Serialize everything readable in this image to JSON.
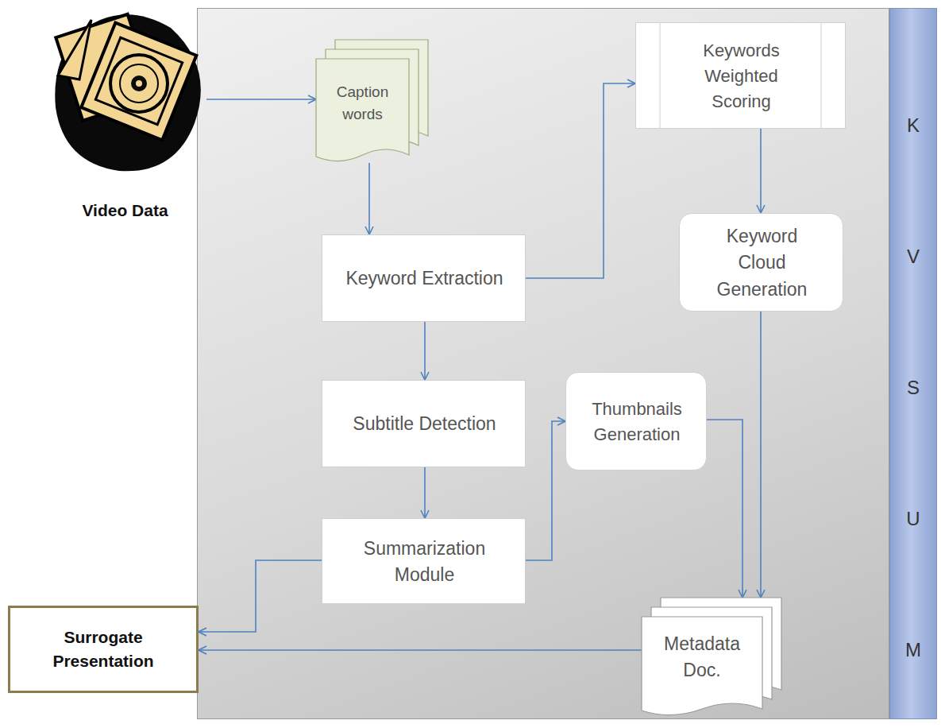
{
  "diagram": {
    "nodes": [
      {
        "text": [
          "Video Data"
        ]
      },
      {
        "text": [
          "Caption words"
        ]
      },
      {
        "text": [
          "Keywords Weighted Scoring"
        ]
      },
      {
        "text": [
          "Keyword Extraction"
        ]
      },
      {
        "text": [
          "Keyword Cloud Generation"
        ]
      },
      {
        "text": [
          "Subtitle Detection"
        ]
      },
      {
        "text": [
          "Thumbnails Generation"
        ]
      },
      {
        "text": [
          "Summarization Module"
        ]
      },
      {
        "text": [
          "Surrogate Presentation"
        ]
      },
      {
        "text": [
          "Metadata Doc."
        ]
      },
      {
        "text": [
          "KVSUM"
        ]
      }
    ],
    "edges": [
      {
        "from": 0,
        "to": 1,
        "arrow": "to"
      },
      {
        "from": 1,
        "to": 3,
        "arrow": "to"
      },
      {
        "from": 3,
        "to": 2,
        "arrow": "to"
      },
      {
        "from": 2,
        "to": 4,
        "arrow": "to"
      },
      {
        "from": 3,
        "to": 5,
        "arrow": "to"
      },
      {
        "from": 5,
        "to": 7,
        "arrow": "to"
      },
      {
        "from": 7,
        "to": 6,
        "arrow": "to"
      },
      {
        "from": 6,
        "to": 9,
        "arrow": "to"
      },
      {
        "from": 4,
        "to": 9,
        "arrow": "to"
      },
      {
        "from": 7,
        "to": 8,
        "arrow": "to"
      },
      {
        "from": 9,
        "to": 8,
        "arrow": "to"
      }
    ]
  }
}
